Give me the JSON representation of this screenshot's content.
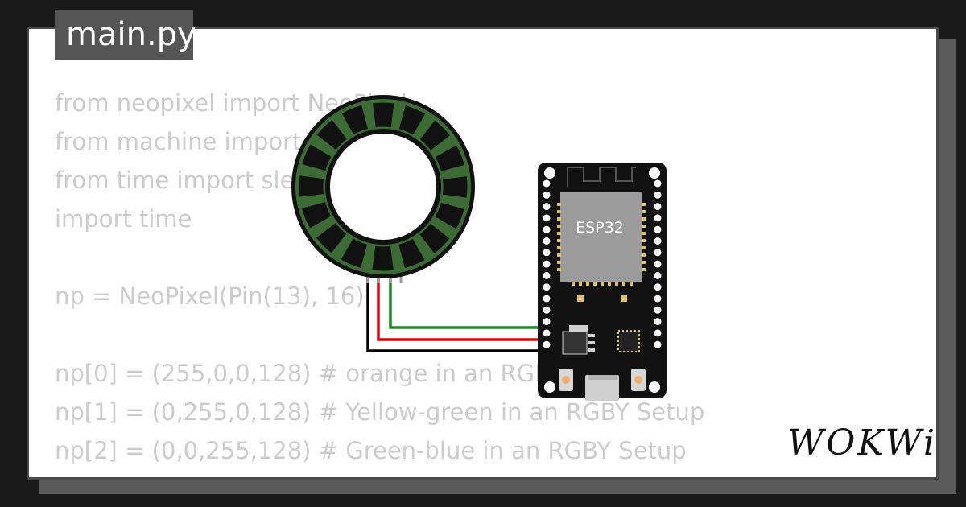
{
  "editor": {
    "file_tab": "main.py",
    "code_lines": [
      "from neopixel import NeoPixel",
      "from machine import Pin",
      "from time import sleep",
      "import time",
      "",
      "np = NeoPixel(Pin(13), 16)",
      "",
      "np[0] = (255,0,0,128) # orange in an RGBY Setup",
      "np[1] = (0,255,0,128) # Yellow-green in an RGBY Setup",
      "np[2] = (0,0,255,128) # Green-blue in an RGBY Setup"
    ]
  },
  "board": {
    "chip_label": "ESP32"
  },
  "brand": {
    "logo": "WOKWi"
  },
  "colors": {
    "wire_green": "#1e8a1e",
    "wire_red": "#e00000",
    "wire_black": "#000000",
    "ring_green": "#3c6b36",
    "board_black": "#111111",
    "module_gray": "#9b9b9b",
    "pad_gold": "#e0c060"
  }
}
